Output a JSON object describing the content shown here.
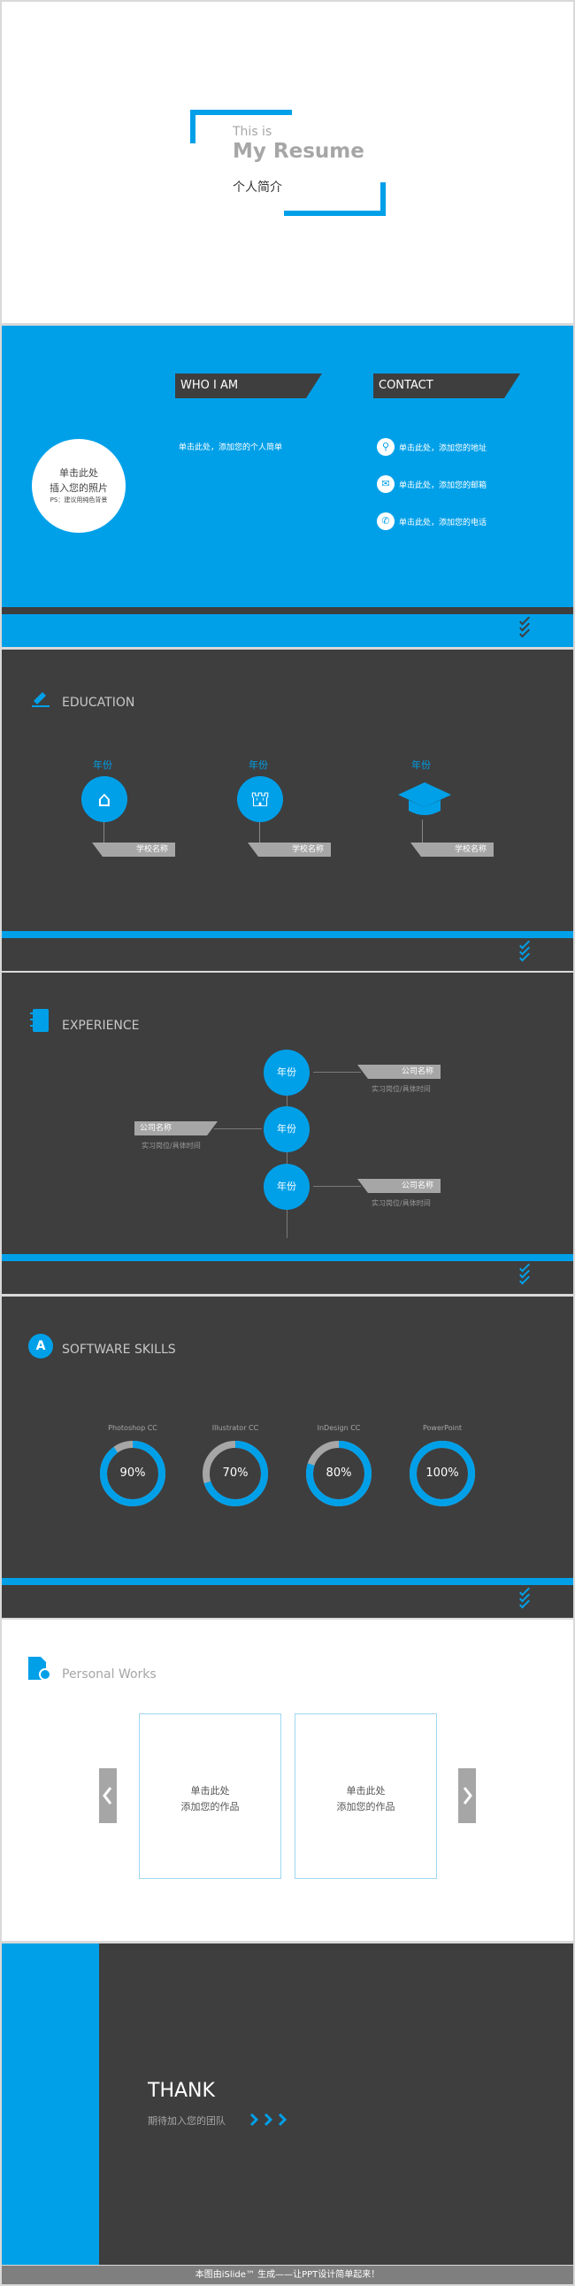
{
  "cover": {
    "this_is": "This is",
    "title": "My Resume",
    "subtitle": "个人简介"
  },
  "profile": {
    "photo_line1": "单击此处",
    "photo_line2": "插入您的照片",
    "photo_line3": "PS：建议用纯色背景",
    "who_label": "WHO I AM",
    "who_text": "单击此处，添加您的个人简单",
    "contact_label": "CONTACT",
    "contacts": [
      "单击此处，添加您的地址",
      "单击此处，添加您的邮箱",
      "单击此处，添加您的电话"
    ]
  },
  "education": {
    "title": "EDUCATION",
    "items": [
      {
        "year": "年份",
        "school": "学校名称",
        "icon": "school-icon"
      },
      {
        "year": "年份",
        "school": "学校名称",
        "icon": "institution-icon"
      },
      {
        "year": "年份",
        "school": "学校名称",
        "icon": "graduation-cap-icon"
      }
    ]
  },
  "experience": {
    "title": "EXPERIENCE",
    "items": [
      {
        "year": "年份",
        "company": "公司名称",
        "detail": "实习岗位/具体时间"
      },
      {
        "year": "年份",
        "company": "公司名称",
        "detail": "实习岗位/具体时间"
      },
      {
        "year": "年份",
        "company": "公司名称",
        "detail": "实习岗位/具体时间"
      }
    ]
  },
  "skills": {
    "title": "SOFTWARE SKILLS",
    "items": [
      {
        "name": "Photoshop CC",
        "percent_label": "90%",
        "percent": 90
      },
      {
        "name": "Illustrator CC",
        "percent_label": "70%",
        "percent": 70
      },
      {
        "name": "InDesign CC",
        "percent_label": "80%",
        "percent": 80
      },
      {
        "name": "PowerPoint",
        "percent_label": "100%",
        "percent": 100
      }
    ]
  },
  "works": {
    "title": "Personal Works",
    "items": [
      {
        "line1": "单击此处",
        "line2": "添加您的作品"
      },
      {
        "line1": "单击此处",
        "line2": "添加您的作品"
      }
    ]
  },
  "thanks": {
    "title": "THANK",
    "subtitle": "期待加入您的团队"
  },
  "footer": {
    "text": "本图由iSlide™ 生成——让PPT设计简单起来！"
  },
  "colors": {
    "accent": "#00a0e9",
    "dark": "#3e3e3e",
    "gray": "#a6a6a6"
  }
}
